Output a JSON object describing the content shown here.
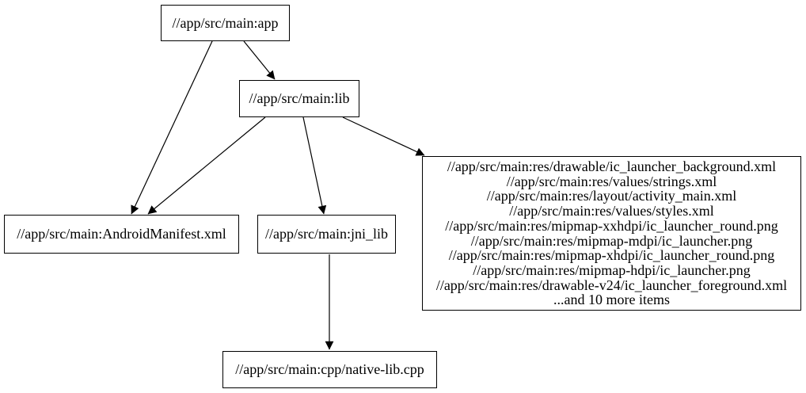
{
  "graph": {
    "type": "dependency-graph",
    "colors": {
      "background": "#ffffff",
      "node_fill": "#ffffff",
      "node_border": "#000000",
      "edge": "#000000",
      "text": "#000000"
    },
    "nodes": {
      "app": {
        "label": "//app/src/main:app"
      },
      "lib": {
        "label": "//app/src/main:lib"
      },
      "manifest": {
        "label": "//app/src/main:AndroidManifest.xml"
      },
      "jni_lib": {
        "label": "//app/src/main:jni_lib"
      },
      "native_cpp": {
        "label": "//app/src/main:cpp/native-lib.cpp"
      },
      "res_group": {
        "lines": [
          "//app/src/main:res/drawable/ic_launcher_background.xml",
          "//app/src/main:res/values/strings.xml",
          "//app/src/main:res/layout/activity_main.xml",
          "//app/src/main:res/values/styles.xml",
          "//app/src/main:res/mipmap-xxhdpi/ic_launcher_round.png",
          "//app/src/main:res/mipmap-mdpi/ic_launcher.png",
          "//app/src/main:res/mipmap-xhdpi/ic_launcher_round.png",
          "//app/src/main:res/mipmap-hdpi/ic_launcher.png",
          "//app/src/main:res/drawable-v24/ic_launcher_foreground.xml",
          "...and 10 more items"
        ]
      }
    },
    "edges": [
      {
        "from": "app",
        "to": "lib"
      },
      {
        "from": "app",
        "to": "manifest"
      },
      {
        "from": "lib",
        "to": "manifest"
      },
      {
        "from": "lib",
        "to": "jni_lib"
      },
      {
        "from": "lib",
        "to": "res_group"
      },
      {
        "from": "jni_lib",
        "to": "native_cpp"
      }
    ]
  }
}
